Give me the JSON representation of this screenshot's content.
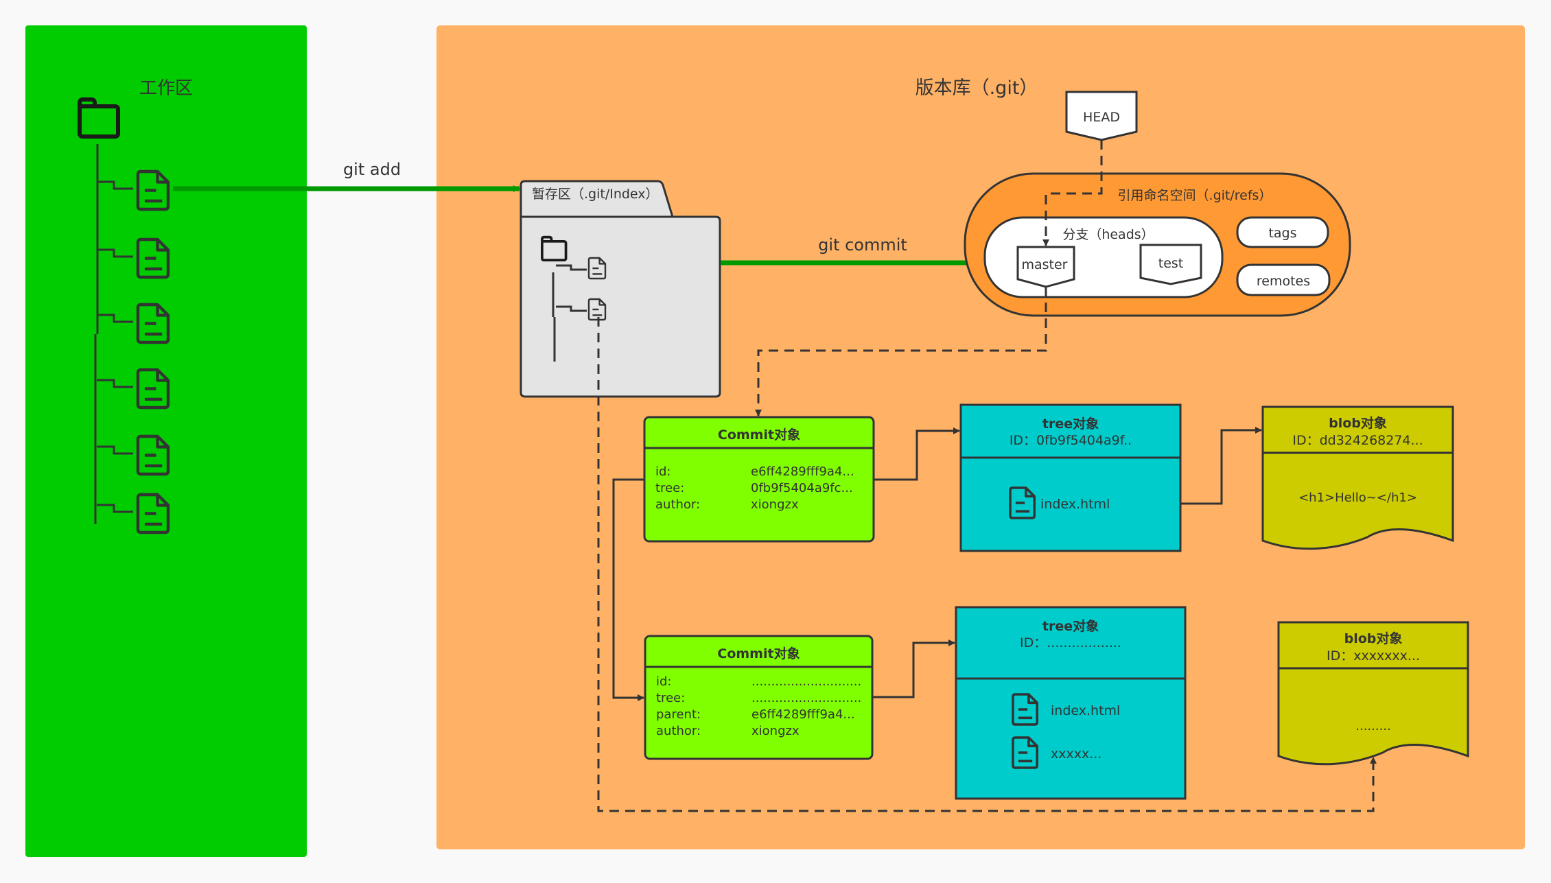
{
  "working_dir": {
    "title": "工作区",
    "file_count": 6,
    "color": "#00cc00"
  },
  "repo": {
    "title": "版本库（.git）",
    "color": "#ffb266"
  },
  "arrows": {
    "git_add": "git add",
    "git_commit": "git commit",
    "color": "#009900"
  },
  "staging": {
    "title": "暂存区（.git/Index）",
    "file_count": 2,
    "color": "#e4e4e4"
  },
  "head": {
    "label": "HEAD"
  },
  "refs": {
    "title": "引用命名空间（.git/refs）",
    "color": "#ff9933",
    "heads": {
      "title": "分支（heads）",
      "branches": [
        "master",
        "test"
      ]
    },
    "tags": "tags",
    "remotes": "remotes"
  },
  "commits": [
    {
      "title": "Commit对象",
      "fields": [
        {
          "key": "id:",
          "value": "e6ff4289fff9a4..."
        },
        {
          "key": "tree:",
          "value": "0fb9f5404a9fc..."
        },
        {
          "key": "author:",
          "value": "xiongzx"
        }
      ]
    },
    {
      "title": "Commit对象",
      "fields": [
        {
          "key": "id:",
          "value": "............................"
        },
        {
          "key": "tree:",
          "value": "............................"
        },
        {
          "key": "parent:",
          "value": "e6ff4289fff9a4..."
        },
        {
          "key": "author:",
          "value": "xiongzx"
        }
      ]
    }
  ],
  "trees": [
    {
      "title": "tree对象",
      "id": "ID：0fb9f5404a9f..",
      "files": [
        "index.html"
      ]
    },
    {
      "title": "tree对象",
      "id": "ID：..................",
      "files": [
        "index.html",
        "xxxxx..."
      ]
    }
  ],
  "blobs": [
    {
      "title": "blob对象",
      "id": "ID：dd324268274...",
      "content": "<h1>Hello~</h1>"
    },
    {
      "title": "blob对象",
      "id": "ID：xxxxxxx...",
      "content": "........."
    }
  ],
  "colors": {
    "commit": "#80ff00",
    "tree": "#00cccc",
    "blob": "#cccc00",
    "stroke": "#333333"
  }
}
